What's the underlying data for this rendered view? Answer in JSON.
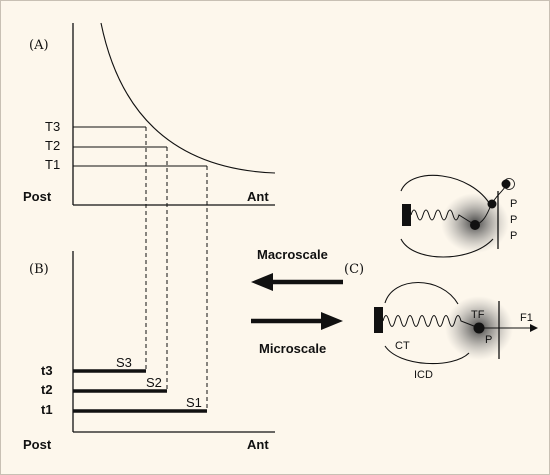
{
  "panels": {
    "a_label": "(A)",
    "b_label": "(B)",
    "c_label": "(C)"
  },
  "graph_a": {
    "thresholds": [
      "T3",
      "T2",
      "T1"
    ],
    "x_start": "Post",
    "x_end": "Ant"
  },
  "graph_b": {
    "times": [
      "t3",
      "t2",
      "t1"
    ],
    "bars": [
      "S3",
      "S2",
      "S1"
    ],
    "x_start": "Post",
    "x_end": "Ant"
  },
  "arrows": {
    "macro": "Macroscale",
    "micro": "Microscale"
  },
  "cell_top": {
    "labels": [
      "P",
      "P",
      "P"
    ]
  },
  "cell_bottom": {
    "tf": "TF",
    "f1": "F1",
    "p": "P",
    "ct": "CT",
    "icd": "ICD"
  },
  "colors": {
    "background": "#fdf7ec",
    "ink": "#111111"
  }
}
